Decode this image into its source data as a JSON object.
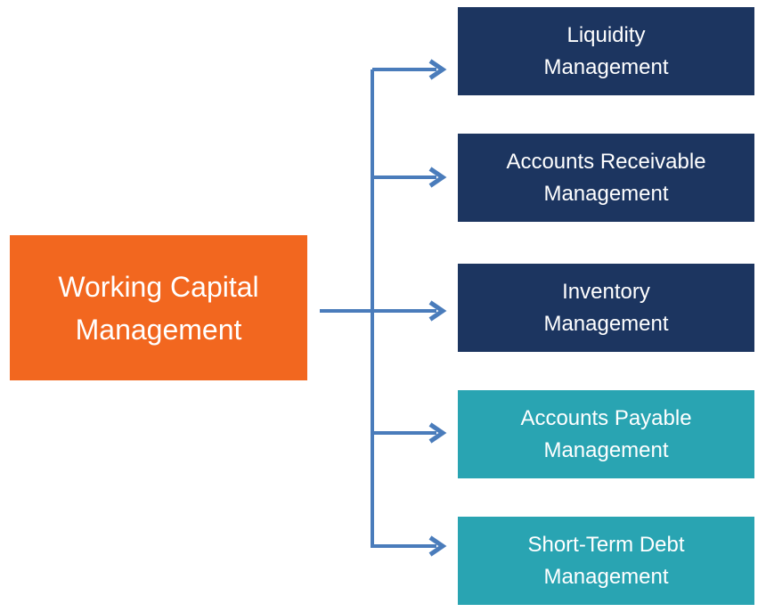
{
  "colors": {
    "background": "#FFFFFF",
    "orange": "#F2671F",
    "navy": "#1C3560",
    "teal": "#29A4B2",
    "connector": "#4A7CBB",
    "text": "#FFFFFF"
  },
  "root_node": {
    "lines": [
      "Working Capital",
      "Management"
    ]
  },
  "branches": [
    {
      "key": "liquidity-management",
      "lines": [
        "Liquidity",
        "Management"
      ],
      "style": "navy"
    },
    {
      "key": "accounts-receivable-management",
      "lines": [
        "Accounts Receivable",
        "Management"
      ],
      "style": "navy"
    },
    {
      "key": "inventory-management",
      "lines": [
        "Inventory",
        "Management"
      ],
      "style": "navy"
    },
    {
      "key": "accounts-payable-management",
      "lines": [
        "Accounts Payable",
        "Management"
      ],
      "style": "teal"
    },
    {
      "key": "short-term-debt-management",
      "lines": [
        "Short-Term Debt",
        "Management"
      ],
      "style": "teal"
    }
  ]
}
